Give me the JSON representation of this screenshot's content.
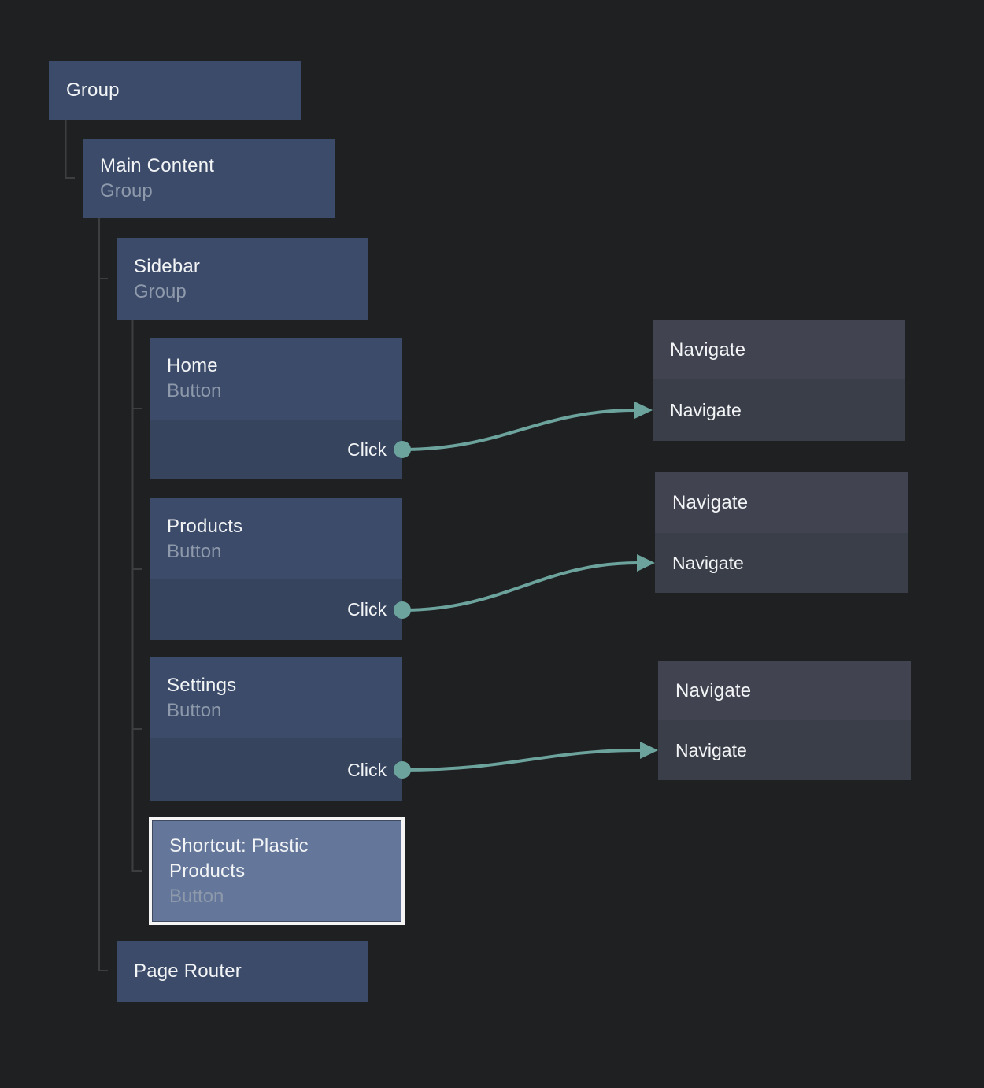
{
  "canvas": {
    "kind": "node-editor",
    "background": "#1f2021"
  },
  "palette": {
    "node_fill": "#3b4b69",
    "node_port_fill": "#36445e",
    "flow_node_fill": "#414450",
    "flow_node_port_fill": "#3a3e48",
    "selected_node_fill": "#64779a",
    "selection_border": "#f5f5f5",
    "wire_accent": "#6ca39d",
    "tree_line": "#3d3e40",
    "title_text": "#f2f4f6",
    "subtitle_text": "#8e99ab"
  },
  "nodes": {
    "group": {
      "title": "Group"
    },
    "main_content": {
      "title": "Main Content",
      "subtitle": "Group"
    },
    "sidebar": {
      "title": "Sidebar",
      "subtitle": "Group"
    },
    "home": {
      "title": "Home",
      "subtitle": "Button",
      "output_port": "Click"
    },
    "products": {
      "title": "Products",
      "subtitle": "Button",
      "output_port": "Click"
    },
    "settings": {
      "title": "Settings",
      "subtitle": "Button",
      "output_port": "Click"
    },
    "shortcut": {
      "title": "Shortcut: Plastic Products",
      "subtitle": "Button",
      "selected": true
    },
    "page_router": {
      "title": "Page Router"
    }
  },
  "flow_nodes": {
    "navigate_1": {
      "title": "Navigate",
      "input_port": "Navigate"
    },
    "navigate_2": {
      "title": "Navigate",
      "input_port": "Navigate"
    },
    "navigate_3": {
      "title": "Navigate",
      "input_port": "Navigate"
    }
  },
  "connections": [
    {
      "from": "Home.Click",
      "to": "Navigate.Navigate"
    },
    {
      "from": "Products.Click",
      "to": "Navigate.Navigate"
    },
    {
      "from": "Settings.Click",
      "to": "Navigate.Navigate"
    }
  ]
}
